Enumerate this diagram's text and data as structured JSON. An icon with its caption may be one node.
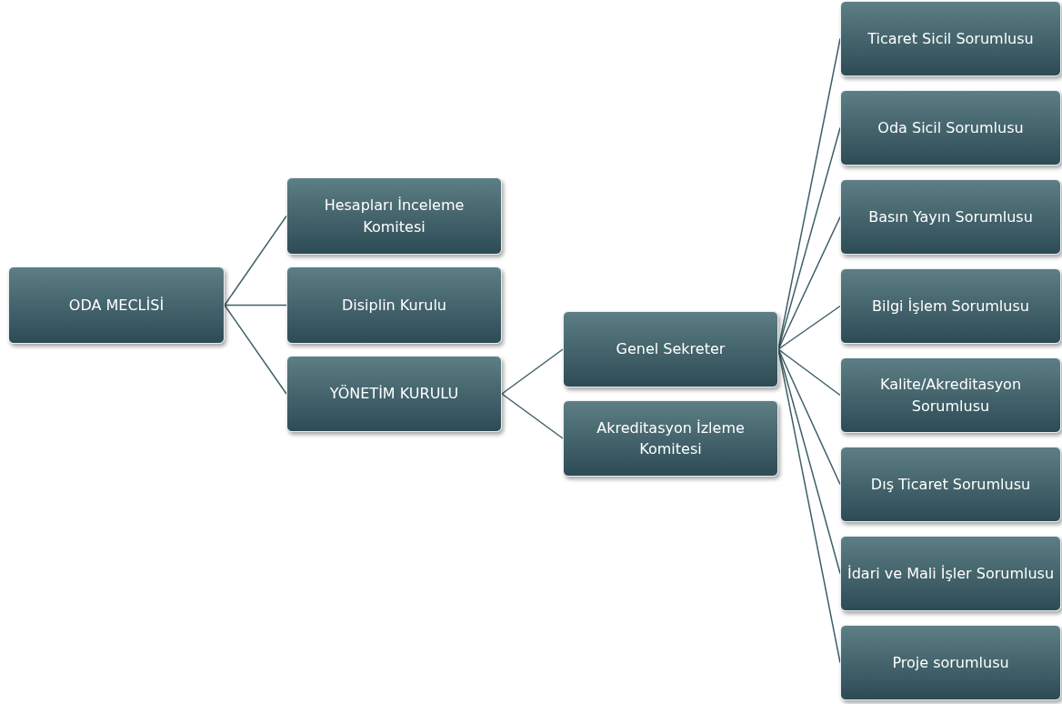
{
  "diagram": {
    "nodes": [
      {
        "text": [
          "ODA MECLİSİ"
        ]
      },
      {
        "text": [
          "Hesapları İnceleme Komitesi"
        ]
      },
      {
        "text": [
          "Disiplin Kurulu"
        ]
      },
      {
        "text": [
          "YÖNETİM KURULU"
        ]
      },
      {
        "text": [
          "Genel Sekreter"
        ]
      },
      {
        "text": [
          "Akreditasyon İzleme Komitesi"
        ]
      },
      {
        "text": [
          "Ticaret Sicil Sorumlusu"
        ]
      },
      {
        "text": [
          "Oda Sicil Sorumlusu"
        ]
      },
      {
        "text": [
          "Basın Yayın Sorumlusu"
        ]
      },
      {
        "text": [
          "Bilgi İşlem Sorumlusu"
        ]
      },
      {
        "text": [
          "Kalite/Akreditasyon Sorumlusu"
        ]
      },
      {
        "text": [
          "Dış Ticaret Sorumlusu"
        ]
      },
      {
        "text": [
          "İdari ve Mali İşler Sorumlusu"
        ]
      },
      {
        "text": [
          "Proje sorumlusu"
        ]
      }
    ],
    "edges": [
      {
        "from": 0,
        "to": 1,
        "arrow": "none"
      },
      {
        "from": 0,
        "to": 2,
        "arrow": "none"
      },
      {
        "from": 0,
        "to": 3,
        "arrow": "none"
      },
      {
        "from": 3,
        "to": 4,
        "arrow": "none"
      },
      {
        "from": 3,
        "to": 5,
        "arrow": "none"
      },
      {
        "from": 4,
        "to": 6,
        "arrow": "none"
      },
      {
        "from": 4,
        "to": 7,
        "arrow": "none"
      },
      {
        "from": 4,
        "to": 8,
        "arrow": "none"
      },
      {
        "from": 4,
        "to": 9,
        "arrow": "none"
      },
      {
        "from": 4,
        "to": 10,
        "arrow": "none"
      },
      {
        "from": 4,
        "to": 11,
        "arrow": "none"
      },
      {
        "from": 4,
        "to": 12,
        "arrow": "none"
      },
      {
        "from": 4,
        "to": 13,
        "arrow": "none"
      }
    ]
  }
}
